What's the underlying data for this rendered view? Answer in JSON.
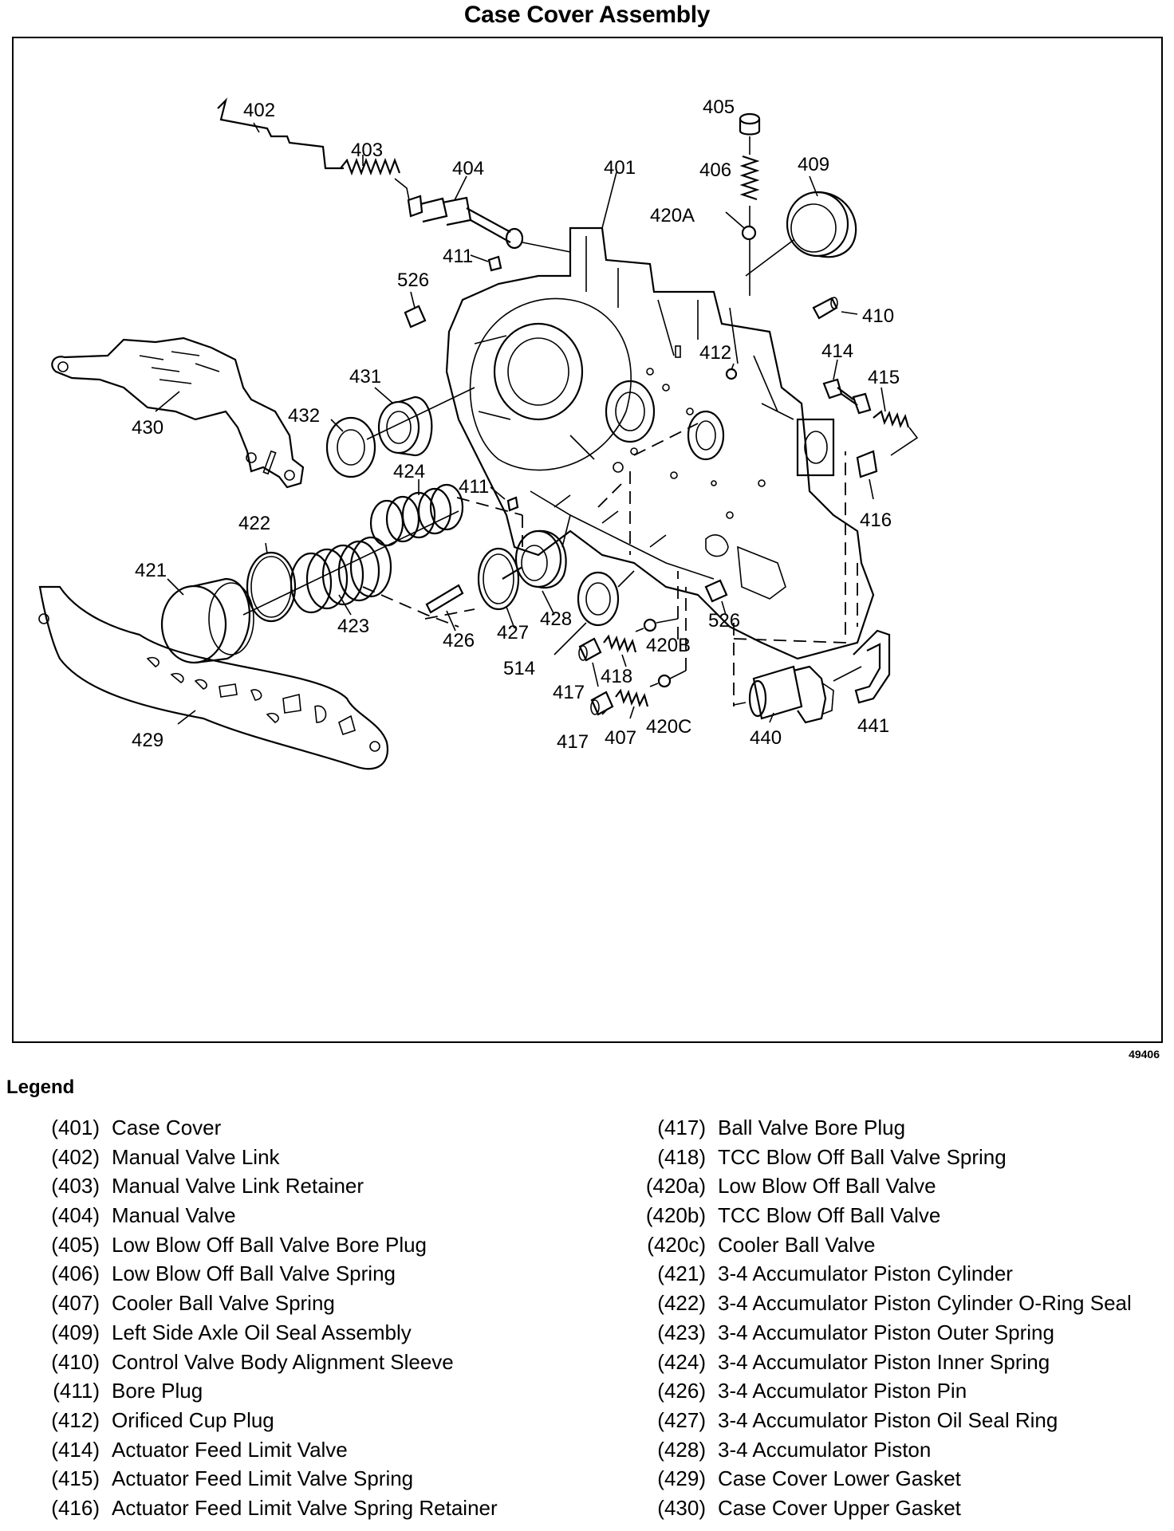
{
  "title": "Case Cover Assembly",
  "figure_id": "49406",
  "callouts": {
    "c402": "402",
    "c403": "403",
    "c404": "404",
    "c401": "401",
    "c405": "405",
    "c406": "406",
    "c409": "409",
    "c420A": "420A",
    "c526a": "526",
    "c411a": "411",
    "c410": "410",
    "c412": "412",
    "c414": "414",
    "c415": "415",
    "c431": "431",
    "c430": "430",
    "c432": "432",
    "c424": "424",
    "c411b": "411",
    "c416": "416",
    "c422": "422",
    "c421": "421",
    "c423": "423",
    "c426": "426",
    "c427": "427",
    "c428": "428",
    "c514": "514",
    "c420B": "420B",
    "c526b": "526",
    "c417a": "417",
    "c418": "418",
    "c420C": "420C",
    "c407": "407",
    "c417b": "417",
    "c440": "440",
    "c441": "441",
    "c429": "429"
  },
  "legend": {
    "title": "Legend",
    "left": [
      {
        "num": "(401)",
        "label": "Case Cover"
      },
      {
        "num": "(402)",
        "label": "Manual Valve Link"
      },
      {
        "num": "(403)",
        "label": "Manual Valve Link Retainer"
      },
      {
        "num": "(404)",
        "label": "Manual Valve"
      },
      {
        "num": "(405)",
        "label": "Low Blow Off Ball Valve Bore Plug"
      },
      {
        "num": "(406)",
        "label": "Low Blow Off Ball Valve Spring"
      },
      {
        "num": "(407)",
        "label": "Cooler Ball Valve Spring"
      },
      {
        "num": "(409)",
        "label": "Left Side Axle Oil Seal Assembly"
      },
      {
        "num": "(410)",
        "label": "Control Valve Body Alignment Sleeve"
      },
      {
        "num": "(411)",
        "label": "Bore Plug"
      },
      {
        "num": "(412)",
        "label": "Orificed Cup Plug"
      },
      {
        "num": "(414)",
        "label": "Actuator Feed Limit Valve"
      },
      {
        "num": "(415)",
        "label": "Actuator Feed Limit Valve Spring"
      },
      {
        "num": "(416)",
        "label": "Actuator Feed Limit Valve Spring Retainer"
      }
    ],
    "right": [
      {
        "num": "(417)",
        "label": "Ball Valve Bore Plug"
      },
      {
        "num": "(418)",
        "label": "TCC Blow Off Ball Valve Spring"
      },
      {
        "num": "(420a)",
        "label": "Low Blow Off Ball Valve"
      },
      {
        "num": "(420b)",
        "label": "TCC Blow Off Ball Valve"
      },
      {
        "num": "(420c)",
        "label": "Cooler Ball Valve"
      },
      {
        "num": "(421)",
        "label": "3-4 Accumulator Piston Cylinder"
      },
      {
        "num": "(422)",
        "label": "3-4 Accumulator Piston Cylinder O-Ring Seal"
      },
      {
        "num": "(423)",
        "label": "3-4 Accumulator Piston Outer Spring"
      },
      {
        "num": "(424)",
        "label": "3-4 Accumulator Piston Inner Spring"
      },
      {
        "num": "(426)",
        "label": "3-4 Accumulator Piston Pin"
      },
      {
        "num": "(427)",
        "label": "3-4 Accumulator Piston Oil Seal Ring"
      },
      {
        "num": "(428)",
        "label": "3-4 Accumulator Piston"
      },
      {
        "num": "(429)",
        "label": "Case Cover Lower Gasket"
      },
      {
        "num": "(430)",
        "label": "Case Cover Upper Gasket"
      }
    ]
  }
}
